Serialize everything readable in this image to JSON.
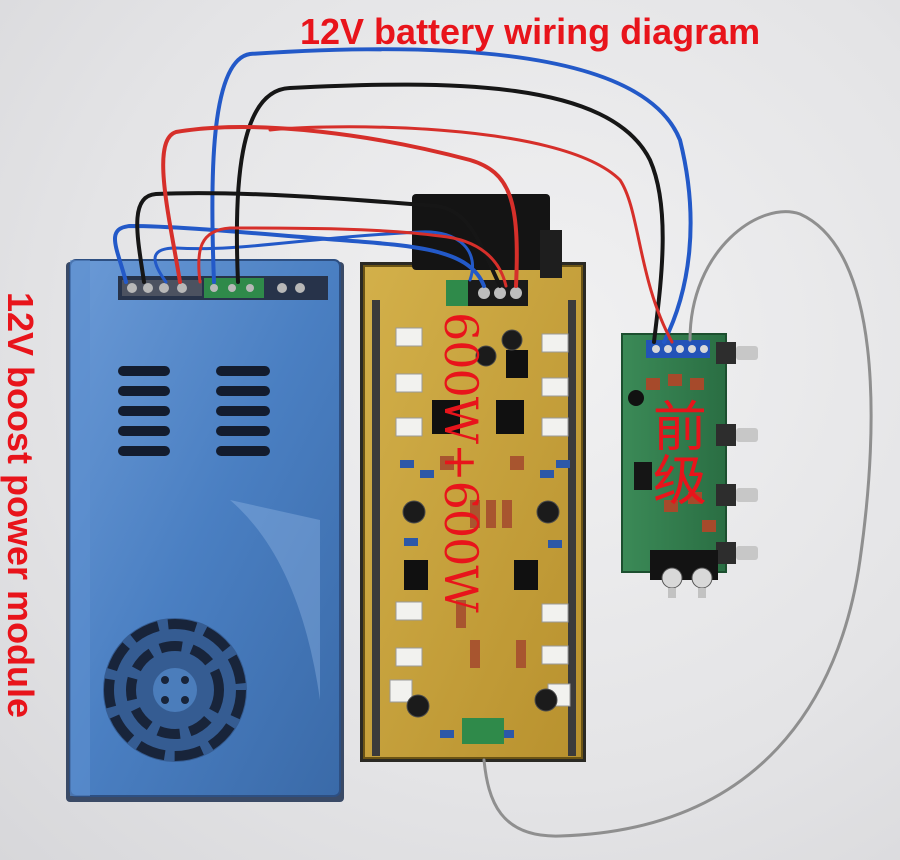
{
  "captions": {
    "top": "12V battery wiring diagram",
    "left": "12V boost power module"
  },
  "board_labels": {
    "amplifier": "600W+600W",
    "preamp": "前级"
  },
  "colors": {
    "caption_red": "#e8141b",
    "psu_blue": "#4f86c6",
    "pcb_yellow": "#c9a43c",
    "preamp_green": "#2f7d4c",
    "wire_red": "#d62f2a",
    "wire_blue": "#2359c8",
    "wire_black": "#161616",
    "wire_grey": "#8f8f8f"
  }
}
